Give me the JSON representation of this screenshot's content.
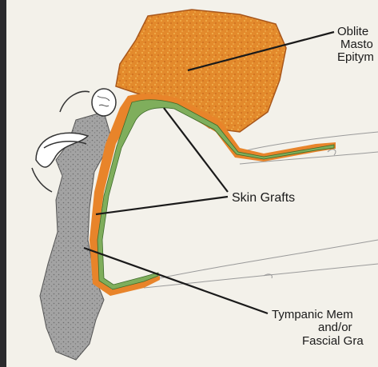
{
  "labels": {
    "obliterated": [
      "Oblite",
      "Masto",
      "Epitym"
    ],
    "skin_grafts": "Skin Grafts",
    "tympanic": [
      "Tympanic Mem",
      "and/or",
      "Fascial Gra"
    ]
  },
  "colors": {
    "frame": "#2b2b2d",
    "paper": "#f3f1ea",
    "mastoid_fill": "#e38a2c",
    "mastoid_speckle": "#f2b34f",
    "graft_green": "#7fae5c",
    "graft_orange": "#e8842a",
    "bone_gray": "#8e8e8e",
    "leader_line": "#1a1a1a"
  },
  "icons": {
    "ossicle": "ossicle-outline-drawing",
    "canal": "ear-canal-sketch"
  }
}
